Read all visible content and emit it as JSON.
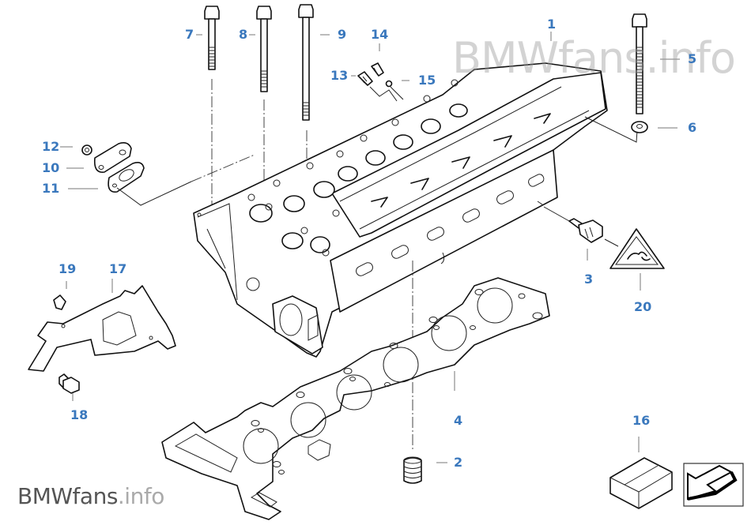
{
  "diagram": {
    "title": "Cylinder head exploded view",
    "watermark_top": "BMWfans.info",
    "watermark_bottom": {
      "brand": "BMWfans",
      "suffix": ".info"
    },
    "label_color": "#3a78bd",
    "parts": [
      {
        "number": "1",
        "name": "cylinder-head"
      },
      {
        "number": "2",
        "name": "dowel-sleeve"
      },
      {
        "number": "3",
        "name": "temperature-sensor"
      },
      {
        "number": "4",
        "name": "cylinder-head-gasket"
      },
      {
        "number": "5",
        "name": "long-head-bolt"
      },
      {
        "number": "6",
        "name": "washer"
      },
      {
        "number": "7",
        "name": "short-head-bolt"
      },
      {
        "number": "8",
        "name": "medium-head-bolt"
      },
      {
        "number": "9",
        "name": "long-stud-bolt"
      },
      {
        "number": "10",
        "name": "cover-plate"
      },
      {
        "number": "11",
        "name": "plate-gasket"
      },
      {
        "number": "12",
        "name": "cover-nut"
      },
      {
        "number": "13",
        "name": "screw-plug"
      },
      {
        "number": "14",
        "name": "screw-plug-small"
      },
      {
        "number": "15",
        "name": "sealing-ring"
      },
      {
        "number": "16",
        "name": "gasket-set-box"
      },
      {
        "number": "17",
        "name": "bracket"
      },
      {
        "number": "18",
        "name": "hex-bolt"
      },
      {
        "number": "19",
        "name": "clip"
      },
      {
        "number": "20",
        "name": "warning-label"
      }
    ]
  }
}
